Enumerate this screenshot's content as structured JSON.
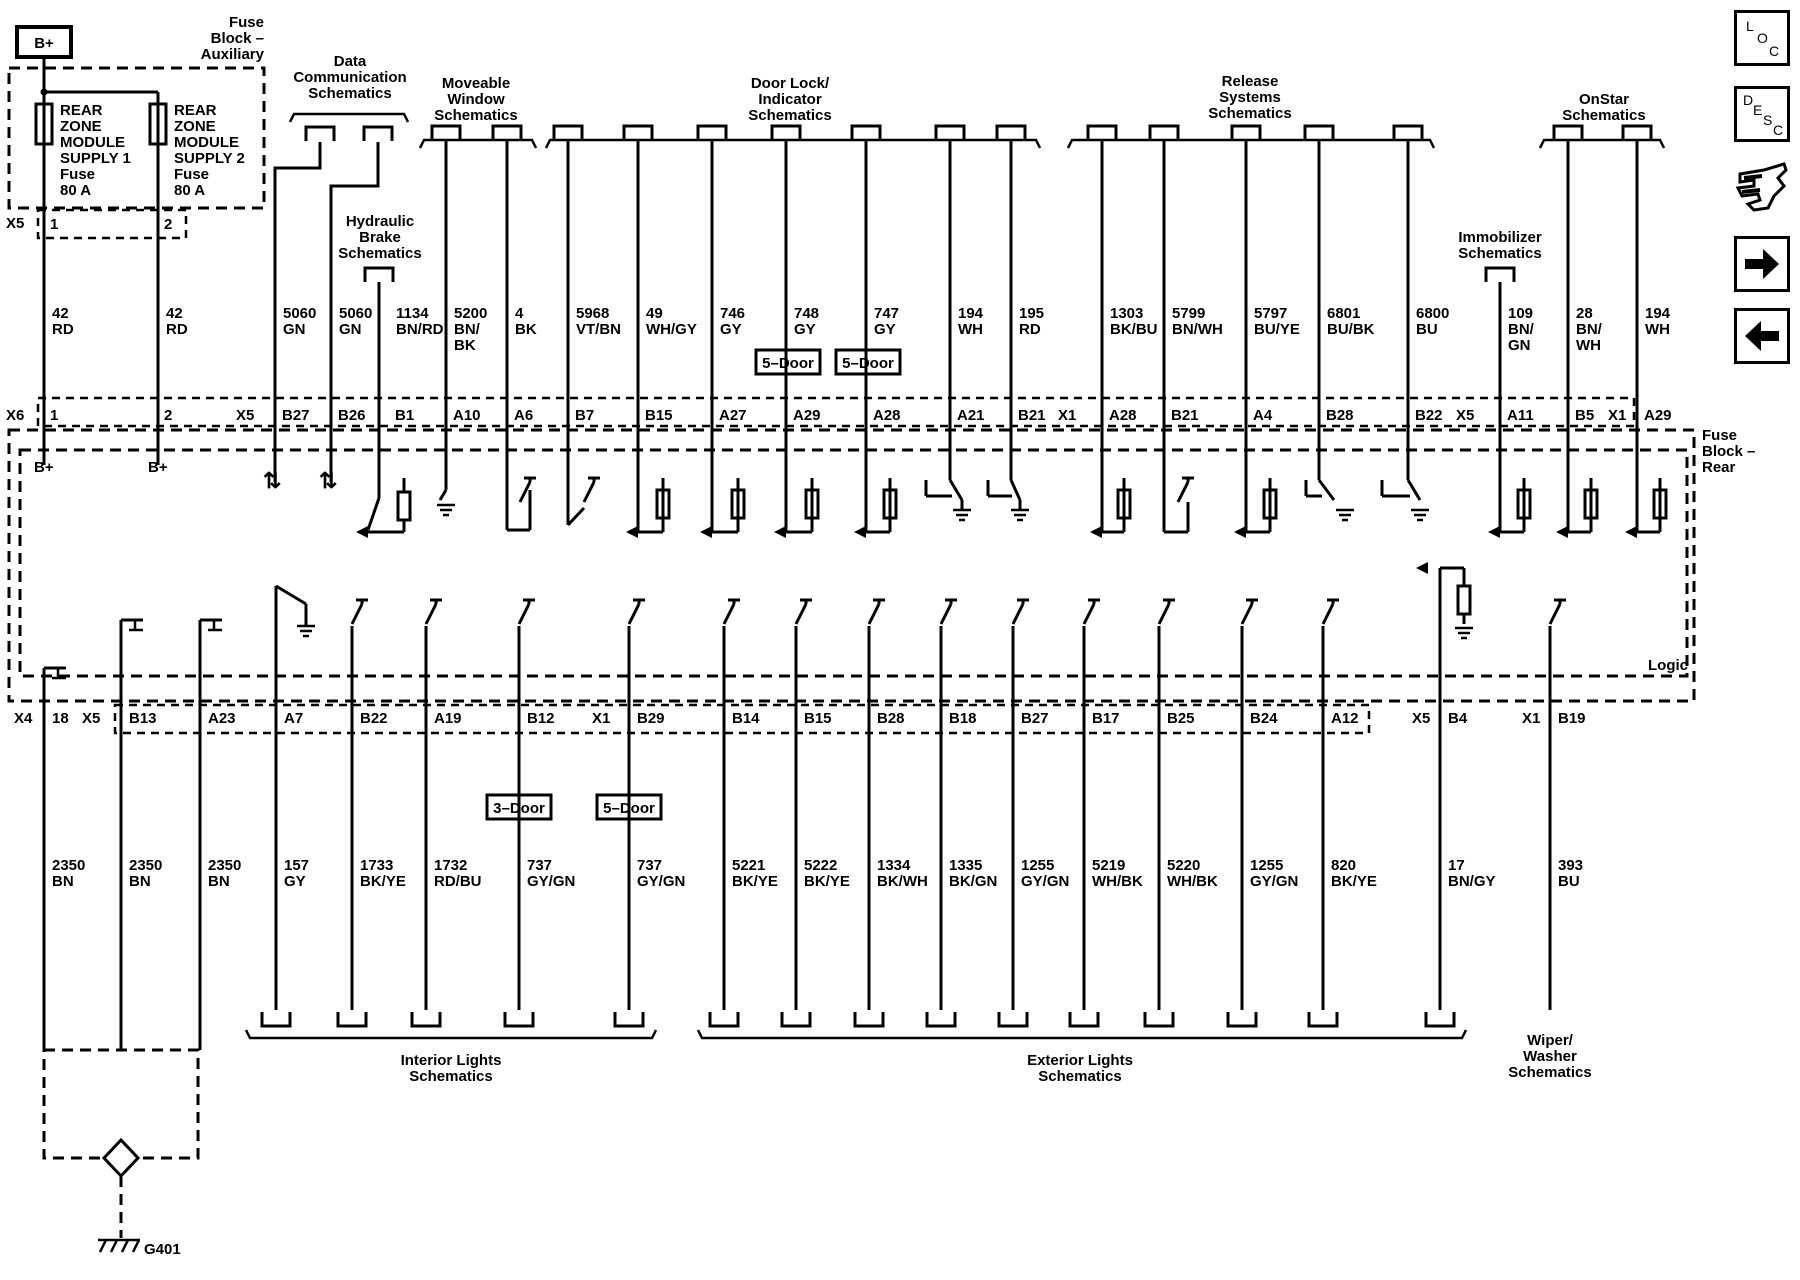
{
  "header": {
    "bplus_label": "B+",
    "fuse_block_aux": [
      "Fuse",
      "Block –",
      "Auxiliary"
    ],
    "fuse_block_rear": [
      "Fuse",
      "Block –",
      "Rear"
    ],
    "logic": "Logic"
  },
  "fuses": [
    {
      "lines": [
        "REAR",
        "ZONE",
        "MODULE",
        "SUPPLY 1",
        "Fuse",
        "80 A"
      ],
      "x5_pin": "1",
      "x6_pin": "1",
      "wire": [
        "42",
        "RD"
      ]
    },
    {
      "lines": [
        "REAR",
        "ZONE",
        "MODULE",
        "SUPPLY 2",
        "Fuse",
        "80 A"
      ],
      "x5_pin": "2",
      "x6_pin": "2",
      "wire": [
        "42",
        "RD"
      ]
    }
  ],
  "top_groups": [
    {
      "lines": [
        "Data",
        "Communication",
        "Schematics"
      ]
    },
    {
      "lines": [
        "Moveable",
        "Window",
        "Schematics"
      ]
    },
    {
      "lines": [
        "Door Lock/",
        "Indicator",
        "Schematics"
      ]
    },
    {
      "lines": [
        "Release",
        "Systems",
        "Schematics"
      ]
    },
    {
      "lines": [
        "OnStar",
        "Schematics"
      ]
    },
    {
      "lines": [
        "Hydraulic",
        "Brake",
        "Schematics"
      ]
    },
    {
      "lines": [
        "Immobilizer",
        "Schematics"
      ]
    }
  ],
  "top_circuits": [
    {
      "pin": "B27",
      "wire": [
        "5060",
        "GN"
      ]
    },
    {
      "pin": "B26",
      "wire": [
        "5060",
        "GN"
      ]
    },
    {
      "pin": "B1",
      "wire": [
        "1134",
        "BN/RD"
      ]
    },
    {
      "pin": "A10",
      "wire": [
        "5200",
        "BN/",
        "BK"
      ]
    },
    {
      "pin": "A6",
      "wire": [
        "4",
        "BK"
      ]
    },
    {
      "pin": "B7",
      "wire": [
        "5968",
        "VT/BN"
      ]
    },
    {
      "pin": "B15",
      "wire": [
        "49",
        "WH/GY"
      ]
    },
    {
      "pin": "A27",
      "wire": [
        "746",
        "GY"
      ]
    },
    {
      "pin": "A29",
      "wire": [
        "748",
        "GY"
      ],
      "option": "5–Door"
    },
    {
      "pin": "A28",
      "wire": [
        "747",
        "GY"
      ],
      "option": "5–Door"
    },
    {
      "pin": "A21",
      "wire": [
        "194",
        "WH"
      ]
    },
    {
      "pin": "B21",
      "wire": [
        "195",
        "RD"
      ]
    },
    {
      "pin": "A28",
      "wire": [
        "1303",
        "BK/BU"
      ]
    },
    {
      "pin": "B21",
      "wire": [
        "5799",
        "BN/WH"
      ]
    },
    {
      "pin": "A4",
      "wire": [
        "5797",
        "BU/YE"
      ]
    },
    {
      "pin": "B28",
      "wire": [
        "6801",
        "BU/BK"
      ]
    },
    {
      "pin": "B22",
      "wire": [
        "6800",
        "BU"
      ]
    },
    {
      "pin": "A11",
      "wire": [
        "109",
        "BN/",
        "GN"
      ]
    },
    {
      "pin": "B5",
      "wire": [
        "28",
        "BN/",
        "WH"
      ]
    },
    {
      "pin": "A29",
      "wire": [
        "194",
        "WH"
      ]
    }
  ],
  "top_connectors": [
    "X5",
    "X6",
    "X5",
    "X1",
    "X5",
    "X1"
  ],
  "bottom_circuits": [
    {
      "pin": "18",
      "wire": [
        "2350",
        "BN"
      ]
    },
    {
      "pin": "B13",
      "wire": [
        "2350",
        "BN"
      ]
    },
    {
      "pin": "A23",
      "wire": [
        "2350",
        "BN"
      ]
    },
    {
      "pin": "A7",
      "wire": [
        "157",
        "GY"
      ]
    },
    {
      "pin": "B22",
      "wire": [
        "1733",
        "BK/YE"
      ]
    },
    {
      "pin": "A19",
      "wire": [
        "1732",
        "RD/BU"
      ]
    },
    {
      "pin": "B12",
      "wire": [
        "737",
        "GY/GN"
      ],
      "option": "3–Door"
    },
    {
      "pin": "B29",
      "wire": [
        "737",
        "GY/GN"
      ],
      "option": "5–Door"
    },
    {
      "pin": "B14",
      "wire": [
        "5221",
        "BK/YE"
      ]
    },
    {
      "pin": "B15",
      "wire": [
        "5222",
        "BK/YE"
      ]
    },
    {
      "pin": "B28",
      "wire": [
        "1334",
        "BK/WH"
      ]
    },
    {
      "pin": "B18",
      "wire": [
        "1335",
        "BK/GN"
      ]
    },
    {
      "pin": "B27",
      "wire": [
        "1255",
        "GY/GN"
      ]
    },
    {
      "pin": "B17",
      "wire": [
        "5219",
        "WH/BK"
      ]
    },
    {
      "pin": "B25",
      "wire": [
        "5220",
        "WH/BK"
      ]
    },
    {
      "pin": "B24",
      "wire": [
        "1255",
        "GY/GN"
      ]
    },
    {
      "pin": "A12",
      "wire": [
        "820",
        "BK/YE"
      ]
    },
    {
      "pin": "B4",
      "wire": [
        "17",
        "BN/GY"
      ]
    },
    {
      "pin": "B19",
      "wire": [
        "393",
        "BU"
      ]
    }
  ],
  "bottom_connectors": [
    "X4",
    "X5",
    "X1",
    "X5",
    "X1"
  ],
  "bottom_groups": [
    {
      "lines": [
        "Interior Lights",
        "Schematics"
      ]
    },
    {
      "lines": [
        "Exterior Lights",
        "Schematics"
      ]
    },
    {
      "lines": [
        "Wiper/",
        "Washer",
        "Schematics"
      ]
    }
  ],
  "ground": "G401",
  "bplus_pins": [
    "B+",
    "B+"
  ],
  "side_buttons": [
    {
      "name": "loc",
      "letters": [
        "L",
        "O",
        "C"
      ]
    },
    {
      "name": "desc",
      "letters": [
        "D",
        "E",
        "S",
        "C"
      ]
    },
    {
      "name": "connector-icon"
    },
    {
      "name": "arrow-right-icon"
    },
    {
      "name": "arrow-left-icon"
    }
  ]
}
